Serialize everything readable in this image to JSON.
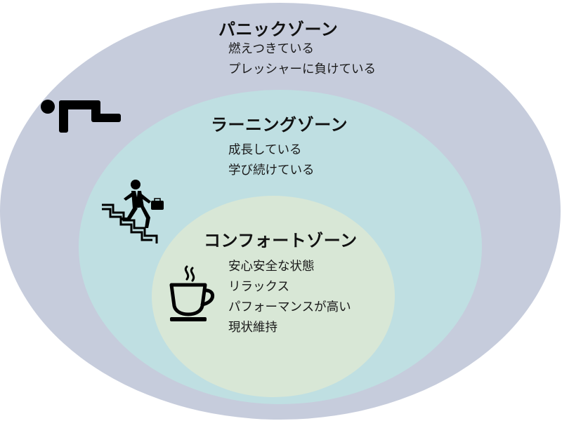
{
  "zones": {
    "panic": {
      "title": "パニックゾーン",
      "lines": [
        "燃えつきている",
        "プレッシャーに負けている"
      ],
      "color": "#c6ccdc",
      "icon": "crawling-person-icon"
    },
    "learning": {
      "title": "ラーニングゾーン",
      "lines": [
        "成長している",
        "学び続けている"
      ],
      "color": "#bfdfe2",
      "icon": "stair-climbing-businessman-icon"
    },
    "comfort": {
      "title": "コンフォートゾーン",
      "lines": [
        "安心安全な状態",
        "リラックス",
        "パフォーマンスが高い",
        "現状維持"
      ],
      "color": "#d8e7d6",
      "icon": "hot-coffee-cup-icon"
    }
  }
}
